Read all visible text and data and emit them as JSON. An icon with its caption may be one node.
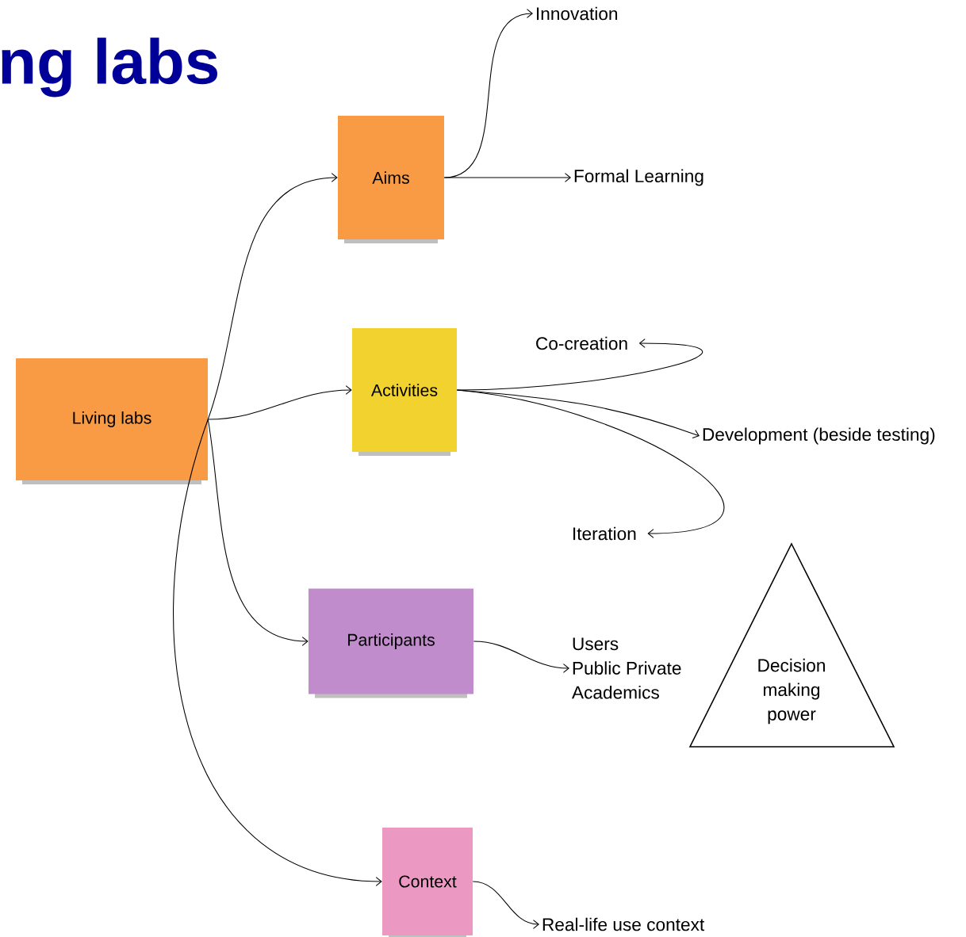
{
  "diagram": {
    "title": "ng labs",
    "nodes": [
      {
        "text": [
          "Living labs"
        ]
      },
      {
        "text": [
          "Aims"
        ]
      },
      {
        "text": [
          "Activities"
        ]
      },
      {
        "text": [
          "Participants"
        ]
      },
      {
        "text": [
          "Context"
        ]
      },
      {
        "text": [
          "Innovation"
        ]
      },
      {
        "text": [
          "Formal Learning"
        ]
      },
      {
        "text": [
          "Co-creation"
        ]
      },
      {
        "text": [
          "Development (beside testing)"
        ]
      },
      {
        "text": [
          "Iteration"
        ]
      },
      {
        "text": [
          "Users",
          "Public Private",
          "Academics"
        ]
      },
      {
        "text": [
          "Decision making power"
        ]
      },
      {
        "text": [
          "Real-life use context"
        ]
      }
    ],
    "edges": [
      {
        "from": 0,
        "to": 1,
        "arrow": "to"
      },
      {
        "from": 0,
        "to": 2,
        "arrow": "to"
      },
      {
        "from": 0,
        "to": 3,
        "arrow": "to"
      },
      {
        "from": 0,
        "to": 4,
        "arrow": "to"
      },
      {
        "from": 1,
        "to": 5,
        "arrow": "to"
      },
      {
        "from": 1,
        "to": 6,
        "arrow": "to"
      },
      {
        "from": 2,
        "to": 7,
        "arrow": "to"
      },
      {
        "from": 2,
        "to": 8,
        "arrow": "to"
      },
      {
        "from": 2,
        "to": 9,
        "arrow": "to"
      },
      {
        "from": 3,
        "to": 10,
        "arrow": "to"
      },
      {
        "from": 4,
        "to": 12,
        "arrow": "to"
      }
    ]
  }
}
